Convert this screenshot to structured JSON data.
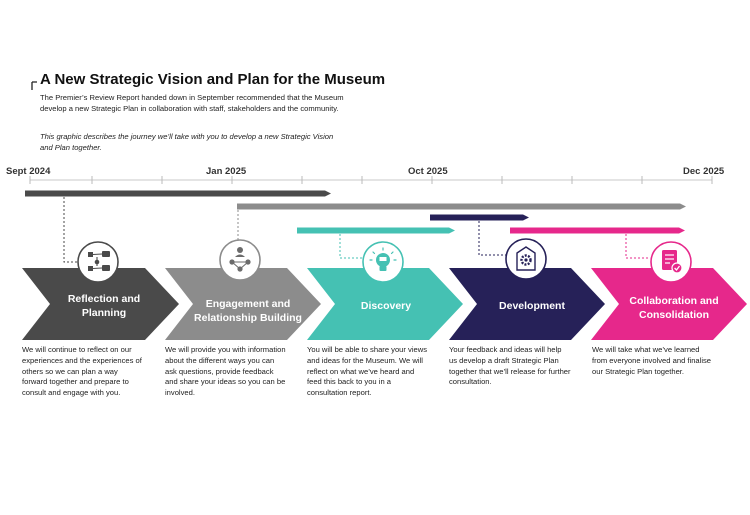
{
  "header": {
    "title": "A New Strategic Vision and Plan for the Museum",
    "intro": "The Premier’s Review Report handed down in September recommended that the Museum develop a new Strategic Plan in collaboration with staff, stakeholders and the community.",
    "intro_italic": "This graphic describes the journey we’ll take with you to develop a new Strategic Vision and Plan together."
  },
  "timeline": {
    "dates": [
      "Sept 2024",
      "Jan 2025",
      "Oct 2025",
      "Dec 2025"
    ]
  },
  "colors": {
    "reflection": "#4a4a4a",
    "engagement": "#8c8c8c",
    "discovery": "#45c1b3",
    "development": "#262158",
    "collaboration": "#e6288b"
  },
  "stages": [
    {
      "title": "Reflection and Planning",
      "icon": "flowchart-icon",
      "description": "We will continue to reflect on our experiences and the experiences of others so we can plan a way forward together and prepare to consult and engage with you."
    },
    {
      "title": "Engagement and Relationship Building",
      "icon": "people-network-icon",
      "description": "We will provide you with information about the different ways you can ask questions, provide feedback and share your ideas so you can be involved."
    },
    {
      "title": "Discovery",
      "icon": "lightbulb-icon",
      "description": "You will be able to share your views and ideas for the Museum. We will reflect on what we’ve heard and feed this back to you in a consultation report."
    },
    {
      "title": "Development",
      "icon": "document-gear-icon",
      "description": "Your feedback and ideas will help us develop a draft Strategic Plan together that we’ll release for further consultation."
    },
    {
      "title": "Collaboration and Consolidation",
      "icon": "checklist-icon",
      "description": "We will take what we’ve learned from everyone involved and finalise our Strategic Plan together."
    }
  ]
}
